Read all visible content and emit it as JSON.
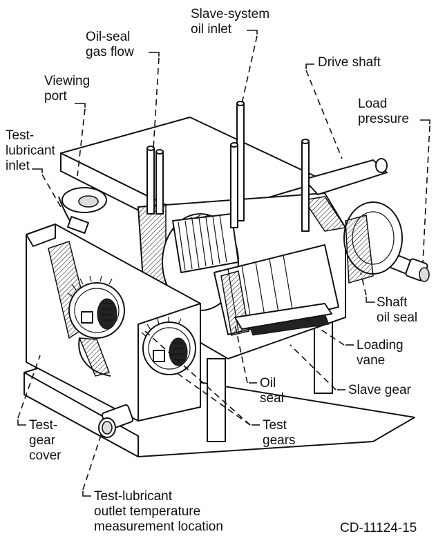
{
  "labels": {
    "slave_system_oil_inlet": [
      "Slave-system",
      "oil inlet"
    ],
    "oil_seal_gas_flow": [
      "Oil-seal",
      "gas flow"
    ],
    "drive_shaft": [
      "Drive shaft"
    ],
    "viewing_port": [
      "Viewing",
      "port"
    ],
    "load_pressure": [
      "Load",
      "pressure"
    ],
    "test_lubricant_inlet": [
      "Test-",
      "lubricant",
      "inlet"
    ],
    "shaft_oil_seal": [
      "Shaft",
      "oil seal"
    ],
    "loading_vane": [
      "Loading",
      "vane"
    ],
    "oil_seal": [
      "Oil",
      "seal"
    ],
    "slave_gear": [
      "Slave gear"
    ],
    "test_gears": [
      "Test",
      "gears"
    ],
    "test_gear_cover": [
      "Test-",
      "gear",
      "cover"
    ],
    "test_lubricant_outlet": [
      "Test-lubricant",
      "outlet temperature",
      "measurement location"
    ]
  },
  "figure_code": "CD-11124-15"
}
